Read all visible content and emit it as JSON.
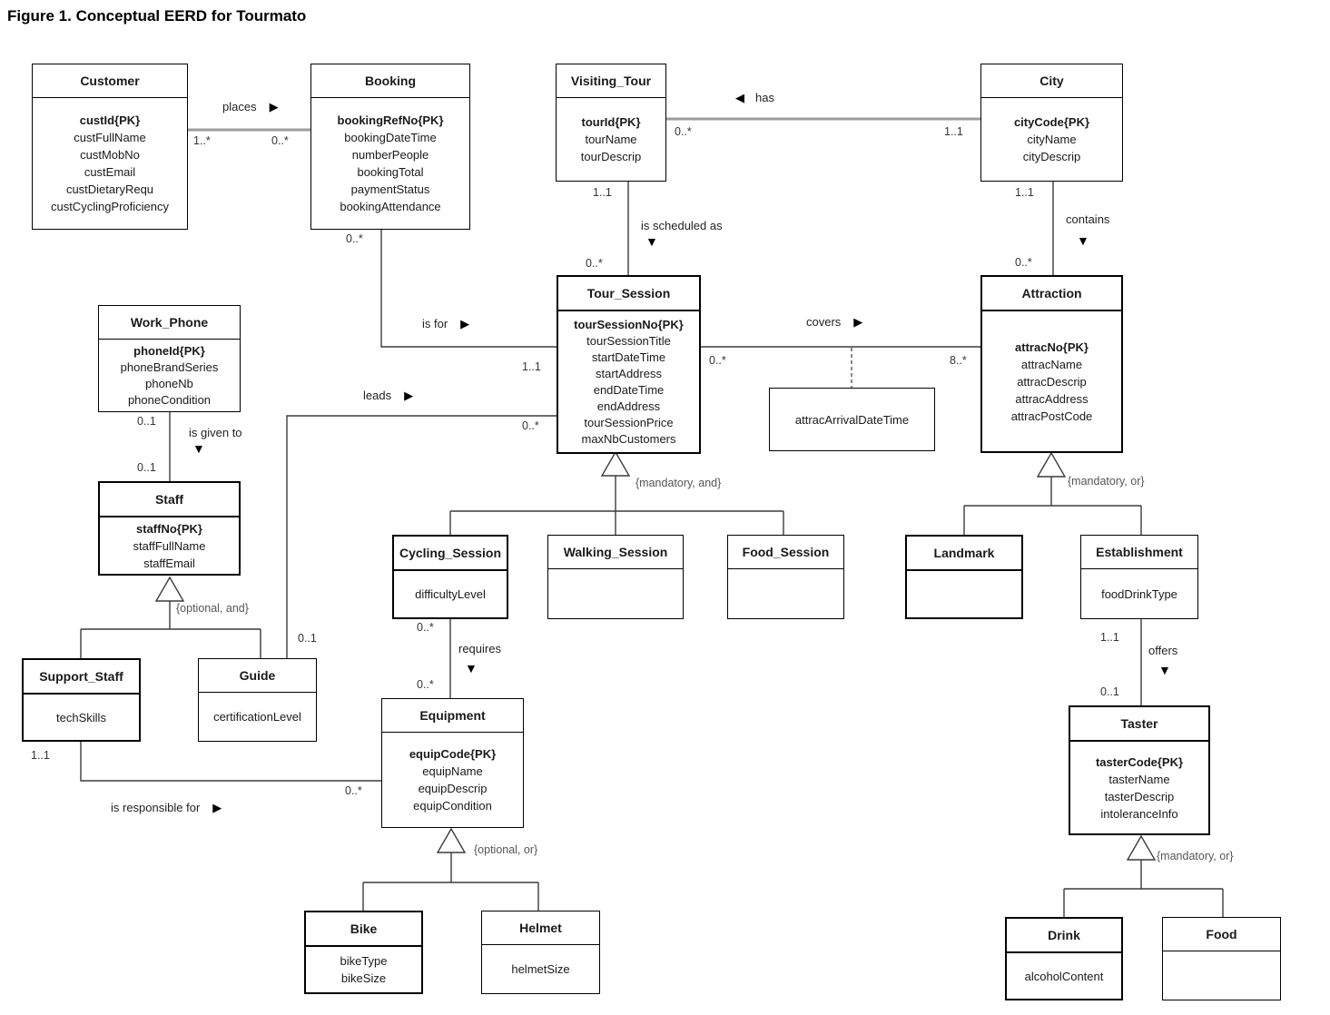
{
  "title": "Figure 1. Conceptual EERD for Tourmato",
  "icons": {
    "arrow_right": "▶",
    "arrow_left": "◀",
    "arrow_down": "▼"
  },
  "entities": {
    "customer": {
      "name": "Customer",
      "attributes": [
        "custId{PK}",
        "custFullName",
        "custMobNo",
        "custEmail",
        "custDietaryRequ",
        "custCyclingProficiency"
      ]
    },
    "booking": {
      "name": "Booking",
      "attributes": [
        "bookingRefNo{PK}",
        "bookingDateTime",
        "numberPeople",
        "bookingTotal",
        "paymentStatus",
        "bookingAttendance"
      ]
    },
    "visiting_tour": {
      "name": "Visiting_Tour",
      "attributes": [
        "tourId{PK}",
        "tourName",
        "tourDescrip"
      ]
    },
    "city": {
      "name": "City",
      "attributes": [
        "cityCode{PK}",
        "cityName",
        "cityDescrip"
      ]
    },
    "tour_session": {
      "name": "Tour_Session",
      "attributes": [
        "tourSessionNo{PK}",
        "tourSessionTitle",
        "startDateTime",
        "startAddress",
        "endDateTime",
        "endAddress",
        "tourSessionPrice",
        "maxNbCustomers"
      ]
    },
    "attraction": {
      "name": "Attraction",
      "attributes": [
        "attracNo{PK}",
        "attracName",
        "attracDescrip",
        "attracAddress",
        "attracPostCode"
      ]
    },
    "work_phone": {
      "name": "Work_Phone",
      "attributes": [
        "phoneId{PK}",
        "phoneBrandSeries",
        "phoneNb",
        "phoneCondition"
      ]
    },
    "staff": {
      "name": "Staff",
      "attributes": [
        "staffNo{PK}",
        "staffFullName",
        "staffEmail"
      ]
    },
    "support_staff": {
      "name": "Support_Staff",
      "attributes": [
        "techSkills"
      ]
    },
    "guide": {
      "name": "Guide",
      "attributes": [
        "certificationLevel"
      ]
    },
    "cycling_session": {
      "name": "Cycling_Session",
      "attributes": [
        "difficultyLevel"
      ]
    },
    "walking_session": {
      "name": "Walking_Session",
      "attributes": []
    },
    "food_session": {
      "name": "Food_Session",
      "attributes": []
    },
    "landmark": {
      "name": "Landmark",
      "attributes": []
    },
    "establishment": {
      "name": "Establishment",
      "attributes": [
        "foodDrinkType"
      ]
    },
    "equipment": {
      "name": "Equipment",
      "attributes": [
        "equipCode{PK}",
        "equipName",
        "equipDescrip",
        "equipCondition"
      ]
    },
    "bike": {
      "name": "Bike",
      "attributes": [
        "bikeType",
        "bikeSize"
      ]
    },
    "helmet": {
      "name": "Helmet",
      "attributes": [
        "helmetSize"
      ]
    },
    "taster": {
      "name": "Taster",
      "attributes": [
        "tasterCode{PK}",
        "tasterName",
        "tasterDescrip",
        "intoleranceInfo"
      ]
    },
    "drink": {
      "name": "Drink",
      "attributes": [
        "alcoholContent"
      ]
    },
    "food": {
      "name": "Food",
      "attributes": []
    }
  },
  "association_box": {
    "label": "attracArrivalDateTime"
  },
  "relationships": {
    "places": {
      "label": "places",
      "cards": [
        "1..*",
        "0..*"
      ]
    },
    "has": {
      "label": "has",
      "cards": [
        "0..*",
        "1..1"
      ]
    },
    "is_scheduled_as": {
      "label": "is scheduled as",
      "cards": [
        "1..1",
        "0..*"
      ]
    },
    "contains": {
      "label": "contains",
      "cards": [
        "1..1",
        "0..*"
      ]
    },
    "is_for": {
      "label": "is for",
      "cards": [
        "0..*",
        "1..1"
      ]
    },
    "covers": {
      "label": "covers",
      "cards": [
        "0..*",
        "8..*"
      ]
    },
    "is_given_to": {
      "label": "is given to",
      "cards": [
        "0..1",
        "0..1"
      ]
    },
    "leads": {
      "label": "leads",
      "cards": [
        "0..1",
        "0..*"
      ]
    },
    "requires": {
      "label": "requires",
      "cards": [
        "0..*",
        "0..*"
      ]
    },
    "offers": {
      "label": "offers",
      "cards": [
        "1..1",
        "0..1"
      ]
    },
    "is_responsible_for": {
      "label": "is responsible for",
      "cards": [
        "1..1",
        "0..*"
      ]
    }
  },
  "specializations": {
    "staff": "{optional, and}",
    "tour_session": "{mandatory, and}",
    "attraction": "{mandatory, or}",
    "equipment": "{optional, or}",
    "taster": "{mandatory, or}"
  }
}
